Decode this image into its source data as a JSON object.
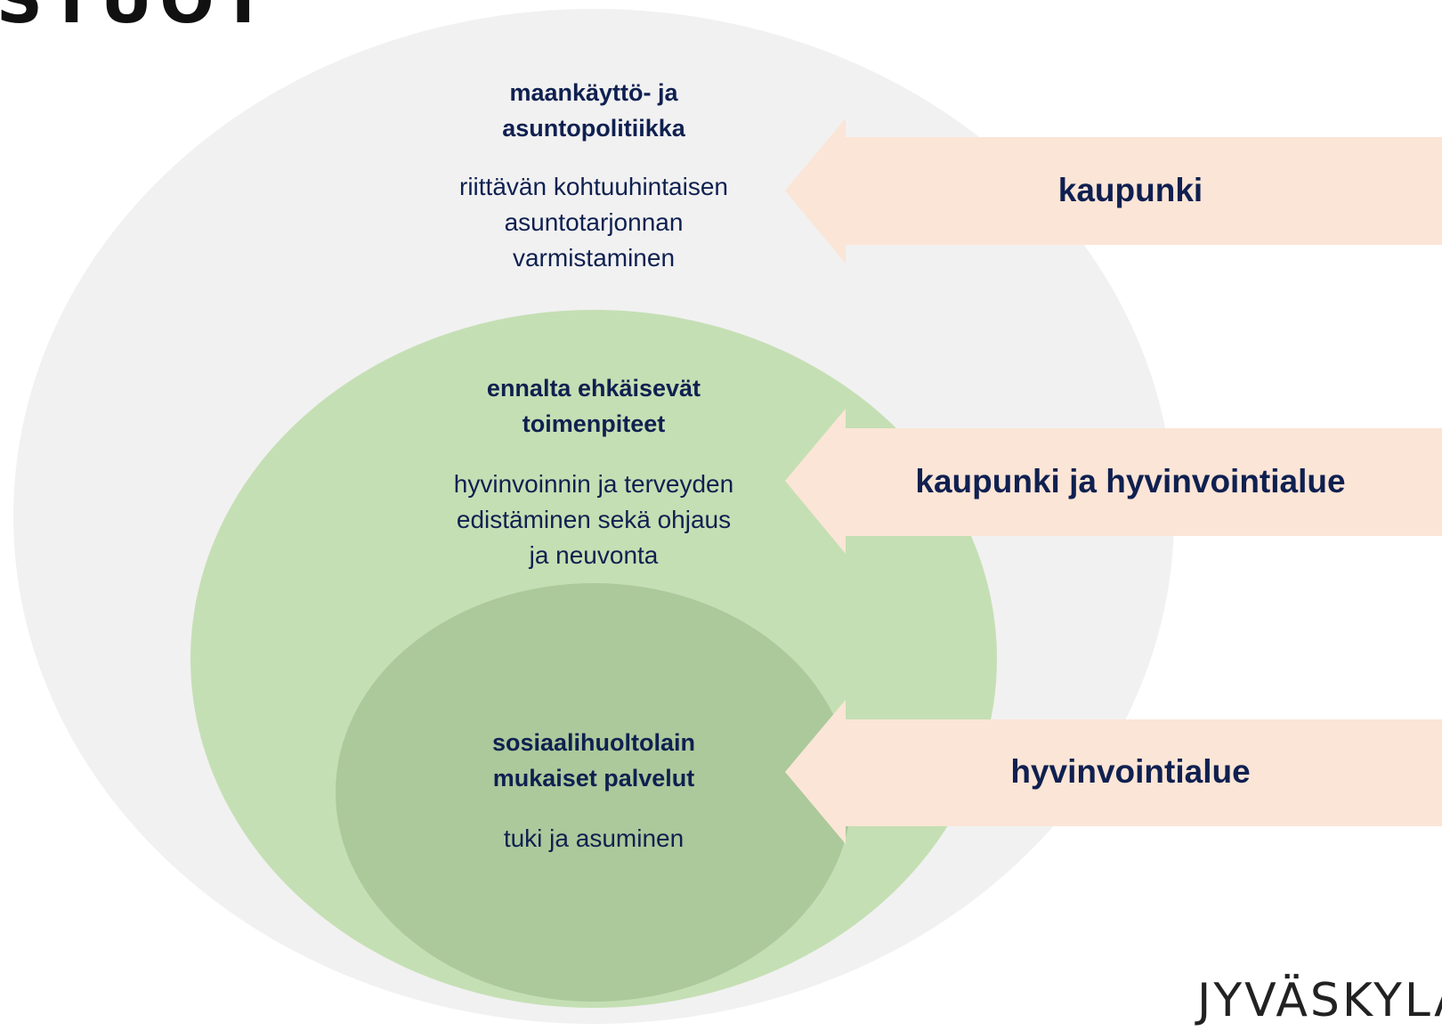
{
  "slide": {
    "heading": "STUOT"
  },
  "diagram": {
    "colors": {
      "outer": "#f1f1f1",
      "middle": "#c5dfb4",
      "inner": "#abc99b",
      "arrow": "#fbe5d6",
      "text": "#0f2050"
    },
    "outer": {
      "heading": [
        "maankäyttö- ja",
        "asuntopolitiikka"
      ],
      "body": [
        "riittävän kohtuuhintaisen",
        "asuntotarjonnan",
        "varmistaminen"
      ]
    },
    "middle": {
      "heading": [
        "ennalta ehkäisevät",
        "toimenpiteet"
      ],
      "body": [
        "hyvinvoinnin ja terveyden",
        "edistäminen sekä ohjaus",
        "ja neuvonta"
      ]
    },
    "inner": {
      "heading": [
        "sosiaalihuoltolain",
        "mukaiset palvelut"
      ],
      "body": [
        "tuki ja asuminen"
      ]
    },
    "arrows": [
      {
        "label": "kaupunki"
      },
      {
        "label": "kaupunki ja hyvinvointialue"
      },
      {
        "label": "hyvinvointialue"
      }
    ]
  },
  "footer": {
    "logo": "JYVÄSKYLÄ"
  }
}
